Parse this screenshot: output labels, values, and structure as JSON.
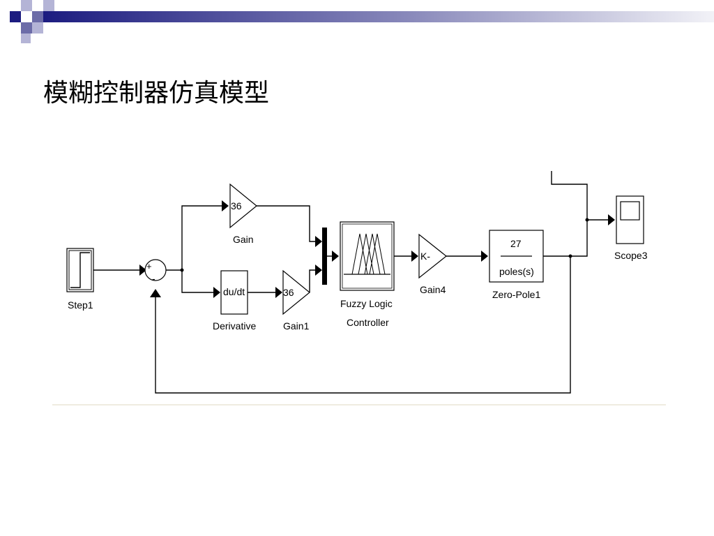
{
  "slide": {
    "title": "模糊控制器仿真模型"
  },
  "colors": {
    "band_dark": "#1c1c80",
    "band_light": "#e9e9f2",
    "square_dark": "#1c1c80",
    "square_mid": "#6c6ca8",
    "square_light": "#b4b4d6",
    "rule": "#efece0"
  },
  "blocks": {
    "step": {
      "label": "Step1"
    },
    "sum": {
      "plus": "+",
      "minus": "-"
    },
    "gain": {
      "value": "36",
      "label": "Gain"
    },
    "derivative": {
      "text": "du/dt",
      "label": "Derivative"
    },
    "gain1": {
      "value": "36",
      "label": "Gain1"
    },
    "fuzzy": {
      "label_line1": "Fuzzy Logic",
      "label_line2": "Controller"
    },
    "gain4": {
      "value": "K-",
      "label": "Gain4"
    },
    "zero_pole": {
      "numerator": "27",
      "denominator": "poles(s)",
      "label": "Zero-Pole1"
    },
    "scope": {
      "label": "Scope3"
    }
  }
}
